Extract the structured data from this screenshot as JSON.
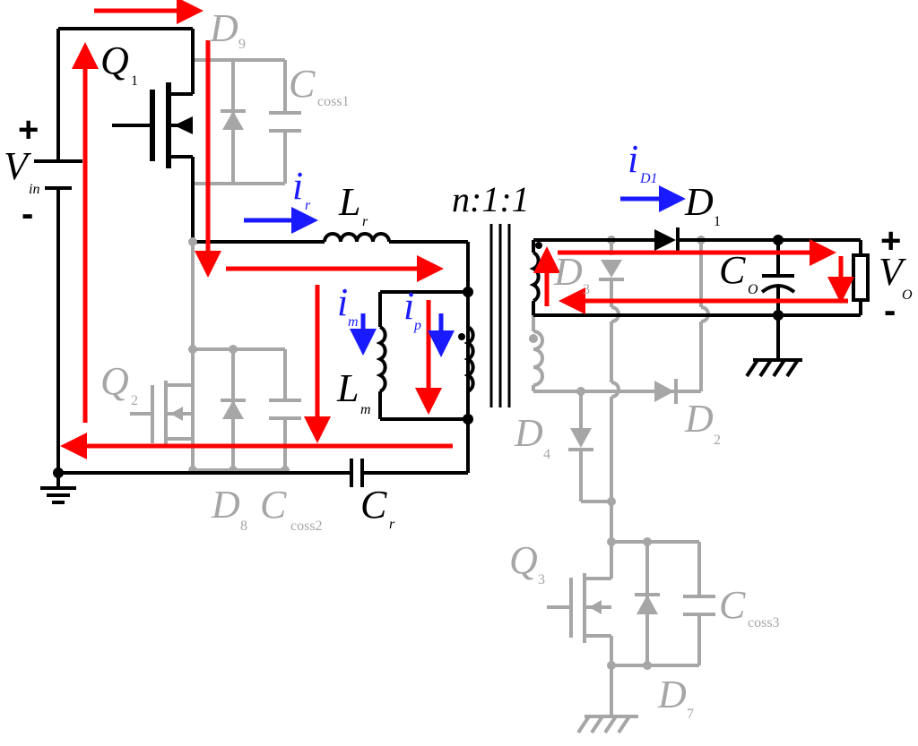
{
  "colors": {
    "active": "#000000",
    "inactive": "#a6a6a6",
    "red_current": "#ff0000",
    "blue_current": "#1a1aff",
    "background": "#ffffff"
  },
  "labels": {
    "vin": {
      "main": "V",
      "sub": "in"
    },
    "vin_plus": "+",
    "vin_minus": "-",
    "q1": {
      "main": "Q",
      "sub": "1"
    },
    "q2": {
      "main": "Q",
      "sub": "2"
    },
    "q3": {
      "main": "Q",
      "sub": "3"
    },
    "d9": {
      "main": "D",
      "sub": "9"
    },
    "d8": {
      "main": "D",
      "sub": "8"
    },
    "d7": {
      "main": "D",
      "sub": "7"
    },
    "d1": {
      "main": "D",
      "sub": "1"
    },
    "d2": {
      "main": "D",
      "sub": "2"
    },
    "d3": {
      "main": "D",
      "sub": "3"
    },
    "d4": {
      "main": "D",
      "sub": "4"
    },
    "coss1": {
      "main": "C",
      "sub": "coss1"
    },
    "coss2": {
      "main": "C",
      "sub": "coss2"
    },
    "coss3": {
      "main": "C",
      "sub": "coss3"
    },
    "cr": {
      "main": "C",
      "sub": "r"
    },
    "co": {
      "main": "C",
      "sub": "O"
    },
    "lr": {
      "main": "L",
      "sub": "r"
    },
    "lm": {
      "main": "L",
      "sub": "m"
    },
    "vo": {
      "main": "V",
      "sub": "O"
    },
    "vo_plus": "+",
    "vo_minus": "-",
    "ratio": "n:1:1",
    "ir": {
      "main": "i",
      "sub": "r"
    },
    "im": {
      "main": "i",
      "sub": "m"
    },
    "ip": {
      "main": "i",
      "sub": "p"
    },
    "id1": {
      "main": "i",
      "sub": "D1"
    }
  }
}
